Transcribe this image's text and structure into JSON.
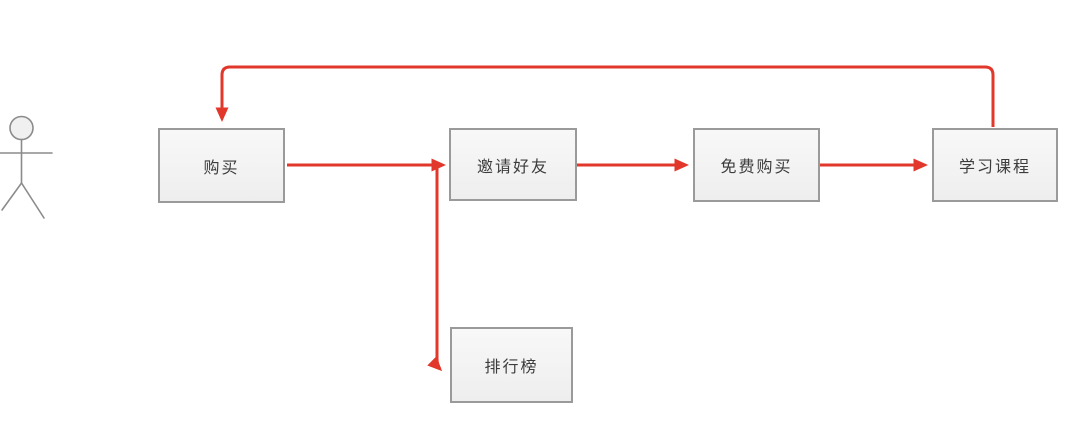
{
  "diagram": {
    "type": "flowchart",
    "actor": {
      "name": "user-stick-figure"
    },
    "nodes": [
      {
        "id": "buy",
        "label": "购买"
      },
      {
        "id": "invite",
        "label": "邀请好友"
      },
      {
        "id": "free-buy",
        "label": "免费购买"
      },
      {
        "id": "learn",
        "label": "学习课程"
      },
      {
        "id": "leaderboard",
        "label": "排行榜"
      }
    ],
    "edges": [
      {
        "from": "buy",
        "to": "invite"
      },
      {
        "from": "buy",
        "to": "leaderboard"
      },
      {
        "from": "invite",
        "to": "free-buy"
      },
      {
        "from": "free-buy",
        "to": "learn"
      },
      {
        "from": "learn",
        "to": "buy"
      }
    ],
    "colors": {
      "arrow": "#e2382b",
      "node_border": "#9a9a9a",
      "node_fill": "#eeeeee",
      "node_fill_top": "#f8f8f8",
      "text": "#3c3c3c",
      "actor": "#8b8b8b",
      "background": "#ffffff"
    }
  }
}
